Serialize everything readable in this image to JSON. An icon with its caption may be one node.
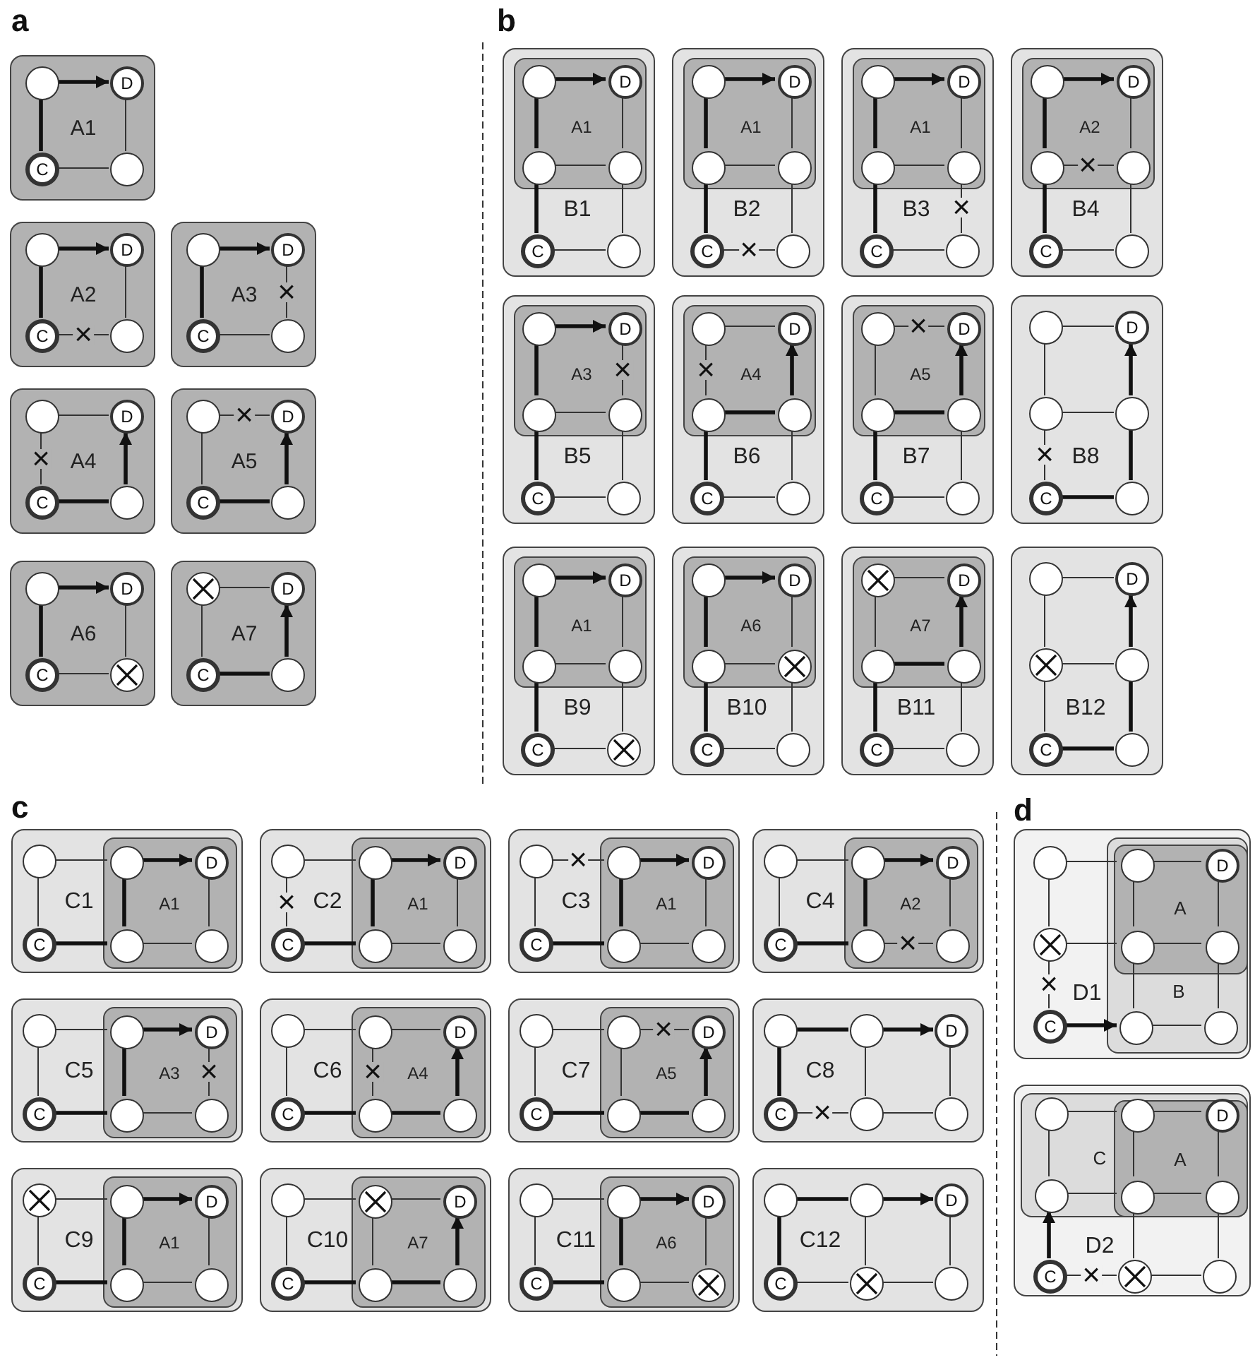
{
  "diagram": {
    "nodes": [
      {
        "text": [
          "A1"
        ]
      },
      {
        "text": [],
        "shape": "circle",
        "in": 0
      },
      {
        "text": [
          "D"
        ],
        "in": 0
      },
      {
        "text": [
          "C"
        ],
        "in": 0
      },
      {
        "text": [],
        "shape": "circle",
        "in": 0
      },
      {
        "text": [
          "A2"
        ]
      },
      {
        "text": [],
        "shape": "circle",
        "in": 5
      },
      {
        "text": [
          "D"
        ],
        "in": 5
      },
      {
        "text": [
          "C"
        ],
        "in": 5
      },
      {
        "text": [],
        "shape": "circle",
        "in": 5
      },
      {
        "text": [
          "A3"
        ]
      },
      {
        "text": [],
        "shape": "circle",
        "in": 10
      },
      {
        "text": [
          "D"
        ],
        "in": 10
      },
      {
        "text": [
          "C"
        ],
        "in": 10
      },
      {
        "text": [],
        "shape": "circle",
        "in": 10
      },
      {
        "text": [
          "A4"
        ]
      },
      {
        "text": [],
        "shape": "circle",
        "in": 15
      },
      {
        "text": [
          "D"
        ],
        "in": 15
      },
      {
        "text": [
          "C"
        ],
        "in": 15
      },
      {
        "text": [],
        "shape": "circle",
        "in": 15
      },
      {
        "text": [
          "A5"
        ]
      },
      {
        "text": [],
        "shape": "circle",
        "in": 20
      },
      {
        "text": [
          "D"
        ],
        "in": 20
      },
      {
        "text": [
          "C"
        ],
        "in": 20
      },
      {
        "text": [],
        "shape": "circle",
        "in": 20
      },
      {
        "text": [
          "A6"
        ]
      },
      {
        "text": [],
        "shape": "circle",
        "in": 25
      },
      {
        "text": [
          "D"
        ],
        "in": 25
      },
      {
        "text": [
          "C"
        ],
        "in": 25
      },
      {
        "text": [],
        "shape": "crossed-circle",
        "in": 25
      },
      {
        "text": [
          "A7"
        ]
      },
      {
        "text": [],
        "shape": "crossed-circle",
        "in": 30
      },
      {
        "text": [
          "D"
        ],
        "in": 30
      },
      {
        "text": [
          "C"
        ],
        "in": 30
      },
      {
        "text": [],
        "shape": "circle",
        "in": 30
      },
      {
        "text": [
          "B1"
        ]
      },
      {
        "text": [
          "A1"
        ],
        "in": 35
      },
      {
        "text": [],
        "shape": "circle",
        "in": 36
      },
      {
        "text": [
          "D"
        ],
        "in": 36
      },
      {
        "text": [],
        "shape": "circle",
        "in": 36
      },
      {
        "text": [],
        "shape": "circle",
        "in": 36
      },
      {
        "text": [
          "C"
        ],
        "in": 35
      },
      {
        "text": [],
        "shape": "circle",
        "in": 35
      },
      {
        "text": [
          "B2"
        ]
      },
      {
        "text": [
          "A1"
        ],
        "in": 43
      },
      {
        "text": [],
        "shape": "circle",
        "in": 44
      },
      {
        "text": [
          "D"
        ],
        "in": 44
      },
      {
        "text": [],
        "shape": "circle",
        "in": 44
      },
      {
        "text": [],
        "shape": "circle",
        "in": 44
      },
      {
        "text": [
          "C"
        ],
        "in": 43
      },
      {
        "text": [],
        "shape": "circle",
        "in": 43
      },
      {
        "text": [
          "B3"
        ]
      },
      {
        "text": [
          "A1"
        ],
        "in": 51
      },
      {
        "text": [],
        "shape": "circle",
        "in": 52
      },
      {
        "text": [
          "D"
        ],
        "in": 52
      },
      {
        "text": [],
        "shape": "circle",
        "in": 52
      },
      {
        "text": [],
        "shape": "circle",
        "in": 52
      },
      {
        "text": [
          "C"
        ],
        "in": 51
      },
      {
        "text": [],
        "shape": "circle",
        "in": 51
      },
      {
        "text": [
          "B4"
        ]
      },
      {
        "text": [
          "A2"
        ],
        "in": 59
      },
      {
        "text": [],
        "shape": "circle",
        "in": 60
      },
      {
        "text": [
          "D"
        ],
        "in": 60
      },
      {
        "text": [],
        "shape": "circle",
        "in": 60
      },
      {
        "text": [],
        "shape": "circle",
        "in": 60
      },
      {
        "text": [
          "C"
        ],
        "in": 59
      },
      {
        "text": [],
        "shape": "circle",
        "in": 59
      },
      {
        "text": [
          "B5"
        ]
      },
      {
        "text": [
          "A3"
        ],
        "in": 67
      },
      {
        "text": [],
        "shape": "circle",
        "in": 68
      },
      {
        "text": [
          "D"
        ],
        "in": 68
      },
      {
        "text": [],
        "shape": "circle",
        "in": 68
      },
      {
        "text": [],
        "shape": "circle",
        "in": 68
      },
      {
        "text": [
          "C"
        ],
        "in": 67
      },
      {
        "text": [],
        "shape": "circle",
        "in": 67
      },
      {
        "text": [
          "B6"
        ]
      },
      {
        "text": [
          "A4"
        ],
        "in": 75
      },
      {
        "text": [],
        "shape": "circle",
        "in": 76
      },
      {
        "text": [
          "D"
        ],
        "in": 76
      },
      {
        "text": [],
        "shape": "circle",
        "in": 76
      },
      {
        "text": [],
        "shape": "circle",
        "in": 76
      },
      {
        "text": [
          "C"
        ],
        "in": 75
      },
      {
        "text": [],
        "shape": "circle",
        "in": 75
      },
      {
        "text": [
          "B7"
        ]
      },
      {
        "text": [
          "A5"
        ],
        "in": 83
      },
      {
        "text": [],
        "shape": "circle",
        "in": 84
      },
      {
        "text": [
          "D"
        ],
        "in": 84
      },
      {
        "text": [],
        "shape": "circle",
        "in": 84
      },
      {
        "text": [],
        "shape": "circle",
        "in": 84
      },
      {
        "text": [
          "C"
        ],
        "in": 83
      },
      {
        "text": [],
        "shape": "circle",
        "in": 83
      },
      {
        "text": [
          "B8"
        ]
      },
      {
        "text": [],
        "shape": "circle",
        "in": 91
      },
      {
        "text": [
          "D"
        ],
        "in": 91
      },
      {
        "text": [],
        "shape": "circle",
        "in": 91
      },
      {
        "text": [],
        "shape": "circle",
        "in": 91
      },
      {
        "text": [
          "C"
        ],
        "in": 91
      },
      {
        "text": [],
        "shape": "circle",
        "in": 91
      },
      {
        "text": [
          "B9"
        ]
      },
      {
        "text": [
          "A1"
        ],
        "in": 98
      },
      {
        "text": [],
        "shape": "circle",
        "in": 99
      },
      {
        "text": [
          "D"
        ],
        "in": 99
      },
      {
        "text": [],
        "shape": "circle",
        "in": 99
      },
      {
        "text": [],
        "shape": "circle",
        "in": 99
      },
      {
        "text": [
          "C"
        ],
        "in": 98
      },
      {
        "text": [],
        "shape": "crossed-circle",
        "in": 98
      },
      {
        "text": [
          "B10"
        ]
      },
      {
        "text": [
          "A6"
        ],
        "in": 106
      },
      {
        "text": [],
        "shape": "circle",
        "in": 107
      },
      {
        "text": [
          "D"
        ],
        "in": 107
      },
      {
        "text": [],
        "shape": "circle",
        "in": 107
      },
      {
        "text": [],
        "shape": "crossed-circle",
        "in": 107
      },
      {
        "text": [
          "C"
        ],
        "in": 106
      },
      {
        "text": [],
        "shape": "circle",
        "in": 106
      },
      {
        "text": [
          "B11"
        ]
      },
      {
        "text": [
          "A7"
        ],
        "in": 114
      },
      {
        "text": [],
        "shape": "crossed-circle",
        "in": 115
      },
      {
        "text": [
          "D"
        ],
        "in": 115
      },
      {
        "text": [],
        "shape": "circle",
        "in": 115
      },
      {
        "text": [],
        "shape": "circle",
        "in": 115
      },
      {
        "text": [
          "C"
        ],
        "in": 114
      },
      {
        "text": [],
        "shape": "circle",
        "in": 114
      },
      {
        "text": [
          "B12"
        ]
      },
      {
        "text": [],
        "shape": "circle",
        "in": 122
      },
      {
        "text": [
          "D"
        ],
        "in": 122
      },
      {
        "text": [],
        "shape": "crossed-circle",
        "in": 122
      },
      {
        "text": [],
        "shape": "circle",
        "in": 122
      },
      {
        "text": [
          "C"
        ],
        "in": 122
      },
      {
        "text": [],
        "shape": "circle",
        "in": 122
      },
      {
        "text": [
          "C1"
        ]
      },
      {
        "text": [
          "A1"
        ],
        "in": 129
      },
      {
        "text": [],
        "shape": "circle",
        "in": 129
      },
      {
        "text": [],
        "shape": "circle",
        "in": 130
      },
      {
        "text": [
          "D"
        ],
        "in": 130
      },
      {
        "text": [
          "C"
        ],
        "in": 129
      },
      {
        "text": [],
        "shape": "circle",
        "in": 130
      },
      {
        "text": [],
        "shape": "circle",
        "in": 130
      },
      {
        "text": [
          "C2"
        ]
      },
      {
        "text": [
          "A1"
        ],
        "in": 137
      },
      {
        "text": [],
        "shape": "circle",
        "in": 137
      },
      {
        "text": [],
        "shape": "circle",
        "in": 138
      },
      {
        "text": [
          "D"
        ],
        "in": 138
      },
      {
        "text": [
          "C"
        ],
        "in": 137
      },
      {
        "text": [],
        "shape": "circle",
        "in": 138
      },
      {
        "text": [],
        "shape": "circle",
        "in": 138
      },
      {
        "text": [
          "C3"
        ]
      },
      {
        "text": [
          "A1"
        ],
        "in": 145
      },
      {
        "text": [],
        "shape": "circle",
        "in": 145
      },
      {
        "text": [],
        "shape": "circle",
        "in": 146
      },
      {
        "text": [
          "D"
        ],
        "in": 146
      },
      {
        "text": [
          "C"
        ],
        "in": 145
      },
      {
        "text": [],
        "shape": "circle",
        "in": 146
      },
      {
        "text": [],
        "shape": "circle",
        "in": 146
      },
      {
        "text": [
          "C4"
        ]
      },
      {
        "text": [
          "A2"
        ],
        "in": 153
      },
      {
        "text": [],
        "shape": "circle",
        "in": 153
      },
      {
        "text": [],
        "shape": "circle",
        "in": 154
      },
      {
        "text": [
          "D"
        ],
        "in": 154
      },
      {
        "text": [
          "C"
        ],
        "in": 153
      },
      {
        "text": [],
        "shape": "circle",
        "in": 154
      },
      {
        "text": [],
        "shape": "circle",
        "in": 154
      },
      {
        "text": [
          "C5"
        ]
      },
      {
        "text": [
          "A3"
        ],
        "in": 161
      },
      {
        "text": [],
        "shape": "circle",
        "in": 161
      },
      {
        "text": [],
        "shape": "circle",
        "in": 162
      },
      {
        "text": [
          "D"
        ],
        "in": 162
      },
      {
        "text": [
          "C"
        ],
        "in": 161
      },
      {
        "text": [],
        "shape": "circle",
        "in": 162
      },
      {
        "text": [],
        "shape": "circle",
        "in": 162
      },
      {
        "text": [
          "C6"
        ]
      },
      {
        "text": [
          "A4"
        ],
        "in": 169
      },
      {
        "text": [],
        "shape": "circle",
        "in": 169
      },
      {
        "text": [],
        "shape": "circle",
        "in": 170
      },
      {
        "text": [
          "D"
        ],
        "in": 170
      },
      {
        "text": [
          "C"
        ],
        "in": 169
      },
      {
        "text": [],
        "shape": "circle",
        "in": 170
      },
      {
        "text": [],
        "shape": "circle",
        "in": 170
      },
      {
        "text": [
          "C7"
        ]
      },
      {
        "text": [
          "A5"
        ],
        "in": 177
      },
      {
        "text": [],
        "shape": "circle",
        "in": 177
      },
      {
        "text": [],
        "shape": "circle",
        "in": 178
      },
      {
        "text": [
          "D"
        ],
        "in": 178
      },
      {
        "text": [
          "C"
        ],
        "in": 177
      },
      {
        "text": [],
        "shape": "circle",
        "in": 178
      },
      {
        "text": [],
        "shape": "circle",
        "in": 178
      },
      {
        "text": [
          "C8"
        ]
      },
      {
        "text": [],
        "shape": "circle",
        "in": 185
      },
      {
        "text": [],
        "shape": "circle",
        "in": 185
      },
      {
        "text": [
          "D"
        ],
        "in": 185
      },
      {
        "text": [
          "C"
        ],
        "in": 185
      },
      {
        "text": [],
        "shape": "circle",
        "in": 185
      },
      {
        "text": [],
        "shape": "circle",
        "in": 185
      },
      {
        "text": [
          "C9"
        ]
      },
      {
        "text": [
          "A1"
        ],
        "in": 192
      },
      {
        "text": [],
        "shape": "crossed-circle",
        "in": 192
      },
      {
        "text": [],
        "shape": "circle",
        "in": 193
      },
      {
        "text": [
          "D"
        ],
        "in": 193
      },
      {
        "text": [
          "C"
        ],
        "in": 192
      },
      {
        "text": [],
        "shape": "circle",
        "in": 193
      },
      {
        "text": [],
        "shape": "circle",
        "in": 193
      },
      {
        "text": [
          "C10"
        ]
      },
      {
        "text": [
          "A7"
        ],
        "in": 200
      },
      {
        "text": [],
        "shape": "circle",
        "in": 200
      },
      {
        "text": [],
        "shape": "crossed-circle",
        "in": 201
      },
      {
        "text": [
          "D"
        ],
        "in": 201
      },
      {
        "text": [
          "C"
        ],
        "in": 200
      },
      {
        "text": [],
        "shape": "circle",
        "in": 201
      },
      {
        "text": [],
        "shape": "circle",
        "in": 201
      },
      {
        "text": [
          "C11"
        ]
      },
      {
        "text": [
          "A6"
        ],
        "in": 208
      },
      {
        "text": [],
        "shape": "circle",
        "in": 208
      },
      {
        "text": [],
        "shape": "circle",
        "in": 209
      },
      {
        "text": [
          "D"
        ],
        "in": 209
      },
      {
        "text": [
          "C"
        ],
        "in": 208
      },
      {
        "text": [],
        "shape": "circle",
        "in": 209
      },
      {
        "text": [],
        "shape": "crossed-circle",
        "in": 209
      },
      {
        "text": [
          "C12"
        ]
      },
      {
        "text": [],
        "shape": "circle",
        "in": 216
      },
      {
        "text": [],
        "shape": "circle",
        "in": 216
      },
      {
        "text": [
          "D"
        ],
        "in": 216
      },
      {
        "text": [
          "C"
        ],
        "in": 216
      },
      {
        "text": [],
        "shape": "crossed-circle",
        "in": 216
      },
      {
        "text": [],
        "shape": "circle",
        "in": 216
      },
      {
        "text": [
          "D1"
        ]
      },
      {
        "text": [
          "B"
        ],
        "in": 223
      },
      {
        "text": [
          "A"
        ],
        "in": 224
      },
      {
        "text": [],
        "shape": "circle",
        "in": 223
      },
      {
        "text": [],
        "shape": "circle",
        "in": 225
      },
      {
        "text": [
          "D"
        ],
        "in": 225
      },
      {
        "text": [],
        "shape": "crossed-circle",
        "in": 223
      },
      {
        "text": [],
        "shape": "circle",
        "in": 225
      },
      {
        "text": [],
        "shape": "circle",
        "in": 225
      },
      {
        "text": [
          "C"
        ],
        "in": 223
      },
      {
        "text": [],
        "shape": "circle",
        "in": 224
      },
      {
        "text": [],
        "shape": "circle",
        "in": 224
      },
      {
        "text": [
          "D2"
        ]
      },
      {
        "text": [
          "C"
        ],
        "in": 235
      },
      {
        "text": [
          "A"
        ],
        "in": 236
      },
      {
        "text": [],
        "shape": "circle",
        "in": 236
      },
      {
        "text": [],
        "shape": "circle",
        "in": 237
      },
      {
        "text": [
          "D"
        ],
        "in": 237
      },
      {
        "text": [],
        "shape": "circle",
        "in": 236
      },
      {
        "text": [],
        "shape": "circle",
        "in": 237
      },
      {
        "text": [],
        "shape": "circle",
        "in": 237
      },
      {
        "text": [
          "C"
        ],
        "in": 235
      },
      {
        "text": [],
        "shape": "crossed-circle",
        "in": 235
      },
      {
        "text": [],
        "shape": "circle",
        "in": 235
      }
    ],
    "edges": [
      {
        "from": 3,
        "to": 1,
        "arrow": "none",
        "style": "thick"
      },
      {
        "from": 1,
        "to": 2,
        "arrow": "to",
        "style": "thick"
      },
      {
        "from": 2,
        "to": 4,
        "arrow": "none"
      },
      {
        "from": 3,
        "to": 4,
        "arrow": "none"
      },
      {
        "from": 8,
        "to": 6,
        "arrow": "none",
        "style": "thick"
      },
      {
        "from": 6,
        "to": 7,
        "arrow": "to",
        "style": "thick"
      },
      {
        "from": 7,
        "to": 9,
        "arrow": "none"
      },
      {
        "from": 8,
        "to": 9,
        "arrow": "none",
        "label": "×"
      },
      {
        "from": 13,
        "to": 11,
        "arrow": "none",
        "style": "thick"
      },
      {
        "from": 11,
        "to": 12,
        "arrow": "to",
        "style": "thick"
      },
      {
        "from": 12,
        "to": 14,
        "arrow": "none",
        "label": "×"
      },
      {
        "from": 13,
        "to": 14,
        "arrow": "none"
      },
      {
        "from": 16,
        "to": 17,
        "arrow": "none"
      },
      {
        "from": 16,
        "to": 18,
        "arrow": "none",
        "label": "×"
      },
      {
        "from": 18,
        "to": 19,
        "arrow": "none",
        "style": "thick"
      },
      {
        "from": 19,
        "to": 17,
        "arrow": "to",
        "style": "thick"
      },
      {
        "from": 21,
        "to": 22,
        "arrow": "none",
        "label": "×"
      },
      {
        "from": 21,
        "to": 23,
        "arrow": "none"
      },
      {
        "from": 23,
        "to": 24,
        "arrow": "none",
        "style": "thick"
      },
      {
        "from": 24,
        "to": 22,
        "arrow": "to",
        "style": "thick"
      },
      {
        "from": 28,
        "to": 26,
        "arrow": "none",
        "style": "thick"
      },
      {
        "from": 26,
        "to": 27,
        "arrow": "to",
        "style": "thick"
      },
      {
        "from": 27,
        "to": 29,
        "arrow": "none"
      },
      {
        "from": 28,
        "to": 29,
        "arrow": "none"
      },
      {
        "from": 31,
        "to": 32,
        "arrow": "none"
      },
      {
        "from": 31,
        "to": 33,
        "arrow": "none"
      },
      {
        "from": 33,
        "to": 34,
        "arrow": "none",
        "style": "thick"
      },
      {
        "from": 34,
        "to": 32,
        "arrow": "to",
        "style": "thick"
      },
      {
        "from": 41,
        "to": 39,
        "arrow": "none",
        "style": "thick"
      },
      {
        "from": 39,
        "to": 37,
        "arrow": "none",
        "style": "thick"
      },
      {
        "from": 37,
        "to": 38,
        "arrow": "to",
        "style": "thick"
      },
      {
        "from": 38,
        "to": 40,
        "arrow": "none"
      },
      {
        "from": 39,
        "to": 40,
        "arrow": "none"
      },
      {
        "from": 40,
        "to": 42,
        "arrow": "none"
      },
      {
        "from": 41,
        "to": 42,
        "arrow": "none"
      },
      {
        "from": 49,
        "to": 47,
        "arrow": "none",
        "style": "thick"
      },
      {
        "from": 47,
        "to": 45,
        "arrow": "none",
        "style": "thick"
      },
      {
        "from": 45,
        "to": 46,
        "arrow": "to",
        "style": "thick"
      },
      {
        "from": 46,
        "to": 48,
        "arrow": "none"
      },
      {
        "from": 47,
        "to": 48,
        "arrow": "none"
      },
      {
        "from": 48,
        "to": 50,
        "arrow": "none"
      },
      {
        "from": 49,
        "to": 50,
        "arrow": "none",
        "label": "×"
      },
      {
        "from": 57,
        "to": 55,
        "arrow": "none",
        "style": "thick"
      },
      {
        "from": 55,
        "to": 53,
        "arrow": "none",
        "style": "thick"
      },
      {
        "from": 53,
        "to": 54,
        "arrow": "to",
        "style": "thick"
      },
      {
        "from": 54,
        "to": 56,
        "arrow": "none"
      },
      {
        "from": 55,
        "to": 56,
        "arrow": "none"
      },
      {
        "from": 56,
        "to": 58,
        "arrow": "none",
        "label": "×"
      },
      {
        "from": 57,
        "to": 58,
        "arrow": "none"
      },
      {
        "from": 65,
        "to": 63,
        "arrow": "none",
        "style": "thick"
      },
      {
        "from": 63,
        "to": 61,
        "arrow": "none",
        "style": "thick"
      },
      {
        "from": 61,
        "to": 62,
        "arrow": "to",
        "style": "thick"
      },
      {
        "from": 62,
        "to": 64,
        "arrow": "none"
      },
      {
        "from": 63,
        "to": 64,
        "arrow": "none",
        "label": "×"
      },
      {
        "from": 64,
        "to": 66,
        "arrow": "none"
      },
      {
        "from": 65,
        "to": 66,
        "arrow": "none"
      },
      {
        "from": 73,
        "to": 71,
        "arrow": "none",
        "style": "thick"
      },
      {
        "from": 71,
        "to": 69,
        "arrow": "none",
        "style": "thick"
      },
      {
        "from": 69,
        "to": 70,
        "arrow": "to",
        "style": "thick"
      },
      {
        "from": 70,
        "to": 72,
        "arrow": "none",
        "label": "×"
      },
      {
        "from": 71,
        "to": 72,
        "arrow": "none"
      },
      {
        "from": 72,
        "to": 74,
        "arrow": "none"
      },
      {
        "from": 73,
        "to": 74,
        "arrow": "none"
      },
      {
        "from": 77,
        "to": 78,
        "arrow": "none"
      },
      {
        "from": 77,
        "to": 79,
        "arrow": "none",
        "label": "×"
      },
      {
        "from": 81,
        "to": 79,
        "arrow": "none",
        "style": "thick"
      },
      {
        "from": 79,
        "to": 80,
        "arrow": "none",
        "style": "thick"
      },
      {
        "from": 80,
        "to": 78,
        "arrow": "to",
        "style": "thick"
      },
      {
        "from": 80,
        "to": 82,
        "arrow": "none"
      },
      {
        "from": 81,
        "to": 82,
        "arrow": "none"
      },
      {
        "from": 85,
        "to": 86,
        "arrow": "none",
        "label": "×"
      },
      {
        "from": 85,
        "to": 87,
        "arrow": "none"
      },
      {
        "from": 89,
        "to": 87,
        "arrow": "none",
        "style": "thick"
      },
      {
        "from": 87,
        "to": 88,
        "arrow": "none",
        "style": "thick"
      },
      {
        "from": 88,
        "to": 86,
        "arrow": "to",
        "style": "thick"
      },
      {
        "from": 88,
        "to": 90,
        "arrow": "none"
      },
      {
        "from": 89,
        "to": 90,
        "arrow": "none"
      },
      {
        "from": 92,
        "to": 93,
        "arrow": "none"
      },
      {
        "from": 92,
        "to": 94,
        "arrow": "none"
      },
      {
        "from": 94,
        "to": 95,
        "arrow": "none"
      },
      {
        "from": 94,
        "to": 96,
        "arrow": "none",
        "label": "×"
      },
      {
        "from": 96,
        "to": 97,
        "arrow": "none",
        "style": "thick"
      },
      {
        "from": 97,
        "to": 95,
        "arrow": "none",
        "style": "thick"
      },
      {
        "from": 95,
        "to": 93,
        "arrow": "to",
        "style": "thick"
      },
      {
        "from": 104,
        "to": 102,
        "arrow": "none",
        "style": "thick"
      },
      {
        "from": 102,
        "to": 100,
        "arrow": "none",
        "style": "thick"
      },
      {
        "from": 100,
        "to": 101,
        "arrow": "to",
        "style": "thick"
      },
      {
        "from": 101,
        "to": 103,
        "arrow": "none"
      },
      {
        "from": 102,
        "to": 103,
        "arrow": "none"
      },
      {
        "from": 103,
        "to": 105,
        "arrow": "none"
      },
      {
        "from": 104,
        "to": 105,
        "arrow": "none"
      },
      {
        "from": 112,
        "to": 110,
        "arrow": "none",
        "style": "thick"
      },
      {
        "from": 110,
        "to": 108,
        "arrow": "none",
        "style": "thick"
      },
      {
        "from": 108,
        "to": 109,
        "arrow": "to",
        "style": "thick"
      },
      {
        "from": 109,
        "to": 111,
        "arrow": "none"
      },
      {
        "from": 110,
        "to": 111,
        "arrow": "none"
      },
      {
        "from": 111,
        "to": 113,
        "arrow": "none"
      },
      {
        "from": 112,
        "to": 113,
        "arrow": "none"
      },
      {
        "from": 116,
        "to": 117,
        "arrow": "none"
      },
      {
        "from": 116,
        "to": 118,
        "arrow": "none"
      },
      {
        "from": 120,
        "to": 118,
        "arrow": "none",
        "style": "thick"
      },
      {
        "from": 118,
        "to": 119,
        "arrow": "none",
        "style": "thick"
      },
      {
        "from": 119,
        "to": 117,
        "arrow": "to",
        "style": "thick"
      },
      {
        "from": 119,
        "to": 121,
        "arrow": "none"
      },
      {
        "from": 120,
        "to": 121,
        "arrow": "none"
      },
      {
        "from": 123,
        "to": 124,
        "arrow": "none"
      },
      {
        "from": 123,
        "to": 125,
        "arrow": "none"
      },
      {
        "from": 125,
        "to": 126,
        "arrow": "none"
      },
      {
        "from": 125,
        "to": 127,
        "arrow": "none"
      },
      {
        "from": 127,
        "to": 128,
        "arrow": "none",
        "style": "thick"
      },
      {
        "from": 128,
        "to": 126,
        "arrow": "none",
        "style": "thick"
      },
      {
        "from": 126,
        "to": 124,
        "arrow": "to",
        "style": "thick"
      },
      {
        "from": 134,
        "to": 135,
        "arrow": "none",
        "style": "thick"
      },
      {
        "from": 135,
        "to": 132,
        "arrow": "none",
        "style": "thick"
      },
      {
        "from": 132,
        "to": 133,
        "arrow": "to",
        "style": "thick"
      },
      {
        "from": 131,
        "to": 132,
        "arrow": "none"
      },
      {
        "from": 131,
        "to": 134,
        "arrow": "none"
      },
      {
        "from": 133,
        "to": 136,
        "arrow": "none"
      },
      {
        "from": 135,
        "to": 136,
        "arrow": "none"
      },
      {
        "from": 142,
        "to": 143,
        "arrow": "none",
        "style": "thick"
      },
      {
        "from": 143,
        "to": 140,
        "arrow": "none",
        "style": "thick"
      },
      {
        "from": 140,
        "to": 141,
        "arrow": "to",
        "style": "thick"
      },
      {
        "from": 139,
        "to": 140,
        "arrow": "none"
      },
      {
        "from": 139,
        "to": 142,
        "arrow": "none",
        "label": "×"
      },
      {
        "from": 141,
        "to": 144,
        "arrow": "none"
      },
      {
        "from": 143,
        "to": 144,
        "arrow": "none"
      },
      {
        "from": 150,
        "to": 151,
        "arrow": "none",
        "style": "thick"
      },
      {
        "from": 151,
        "to": 148,
        "arrow": "none",
        "style": "thick"
      },
      {
        "from": 148,
        "to": 149,
        "arrow": "to",
        "style": "thick"
      },
      {
        "from": 147,
        "to": 148,
        "arrow": "none",
        "label": "×"
      },
      {
        "from": 147,
        "to": 150,
        "arrow": "none"
      },
      {
        "from": 149,
        "to": 152,
        "arrow": "none"
      },
      {
        "from": 151,
        "to": 152,
        "arrow": "none"
      },
      {
        "from": 158,
        "to": 159,
        "arrow": "none",
        "style": "thick"
      },
      {
        "from": 159,
        "to": 156,
        "arrow": "none",
        "style": "thick"
      },
      {
        "from": 156,
        "to": 157,
        "arrow": "to",
        "style": "thick"
      },
      {
        "from": 155,
        "to": 156,
        "arrow": "none"
      },
      {
        "from": 155,
        "to": 158,
        "arrow": "none"
      },
      {
        "from": 157,
        "to": 160,
        "arrow": "none"
      },
      {
        "from": 159,
        "to": 160,
        "arrow": "none",
        "label": "×"
      },
      {
        "from": 166,
        "to": 167,
        "arrow": "none",
        "style": "thick"
      },
      {
        "from": 167,
        "to": 164,
        "arrow": "none",
        "style": "thick"
      },
      {
        "from": 164,
        "to": 165,
        "arrow": "to",
        "style": "thick"
      },
      {
        "from": 163,
        "to": 164,
        "arrow": "none"
      },
      {
        "from": 163,
        "to": 166,
        "arrow": "none"
      },
      {
        "from": 165,
        "to": 168,
        "arrow": "none",
        "label": "×"
      },
      {
        "from": 167,
        "to": 168,
        "arrow": "none"
      },
      {
        "from": 174,
        "to": 175,
        "arrow": "none",
        "style": "thick"
      },
      {
        "from": 175,
        "to": 176,
        "arrow": "none",
        "style": "thick"
      },
      {
        "from": 176,
        "to": 173,
        "arrow": "to",
        "style": "thick"
      },
      {
        "from": 171,
        "to": 172,
        "arrow": "none"
      },
      {
        "from": 171,
        "to": 174,
        "arrow": "none"
      },
      {
        "from": 172,
        "to": 173,
        "arrow": "none"
      },
      {
        "from": 172,
        "to": 175,
        "arrow": "none",
        "label": "×"
      },
      {
        "from": 182,
        "to": 183,
        "arrow": "none",
        "style": "thick"
      },
      {
        "from": 183,
        "to": 184,
        "arrow": "none",
        "style": "thick"
      },
      {
        "from": 184,
        "to": 181,
        "arrow": "to",
        "style": "thick"
      },
      {
        "from": 179,
        "to": 180,
        "arrow": "none"
      },
      {
        "from": 179,
        "to": 182,
        "arrow": "none"
      },
      {
        "from": 180,
        "to": 181,
        "arrow": "none",
        "label": "×"
      },
      {
        "from": 180,
        "to": 183,
        "arrow": "none"
      },
      {
        "from": 189,
        "to": 186,
        "arrow": "none",
        "style": "thick"
      },
      {
        "from": 186,
        "to": 187,
        "arrow": "none",
        "style": "thick"
      },
      {
        "from": 187,
        "to": 188,
        "arrow": "to",
        "style": "thick"
      },
      {
        "from": 189,
        "to": 190,
        "arrow": "none",
        "label": "×"
      },
      {
        "from": 190,
        "to": 191,
        "arrow": "none"
      },
      {
        "from": 187,
        "to": 190,
        "arrow": "none"
      },
      {
        "from": 188,
        "to": 191,
        "arrow": "none"
      },
      {
        "from": 197,
        "to": 198,
        "arrow": "none",
        "style": "thick"
      },
      {
        "from": 198,
        "to": 195,
        "arrow": "none",
        "style": "thick"
      },
      {
        "from": 195,
        "to": 196,
        "arrow": "to",
        "style": "thick"
      },
      {
        "from": 194,
        "to": 195,
        "arrow": "none"
      },
      {
        "from": 194,
        "to": 197,
        "arrow": "none"
      },
      {
        "from": 196,
        "to": 199,
        "arrow": "none"
      },
      {
        "from": 198,
        "to": 199,
        "arrow": "none"
      },
      {
        "from": 205,
        "to": 206,
        "arrow": "none",
        "style": "thick"
      },
      {
        "from": 206,
        "to": 207,
        "arrow": "none",
        "style": "thick"
      },
      {
        "from": 207,
        "to": 204,
        "arrow": "to",
        "style": "thick"
      },
      {
        "from": 202,
        "to": 203,
        "arrow": "none"
      },
      {
        "from": 202,
        "to": 205,
        "arrow": "none"
      },
      {
        "from": 203,
        "to": 204,
        "arrow": "none"
      },
      {
        "from": 203,
        "to": 206,
        "arrow": "none"
      },
      {
        "from": 213,
        "to": 214,
        "arrow": "none",
        "style": "thick"
      },
      {
        "from": 214,
        "to": 211,
        "arrow": "none",
        "style": "thick"
      },
      {
        "from": 211,
        "to": 212,
        "arrow": "to",
        "style": "thick"
      },
      {
        "from": 210,
        "to": 211,
        "arrow": "none"
      },
      {
        "from": 210,
        "to": 213,
        "arrow": "none"
      },
      {
        "from": 212,
        "to": 215,
        "arrow": "none"
      },
      {
        "from": 214,
        "to": 215,
        "arrow": "none"
      },
      {
        "from": 220,
        "to": 217,
        "arrow": "none",
        "style": "thick"
      },
      {
        "from": 217,
        "to": 218,
        "arrow": "none",
        "style": "thick"
      },
      {
        "from": 218,
        "to": 219,
        "arrow": "to",
        "style": "thick"
      },
      {
        "from": 220,
        "to": 221,
        "arrow": "none"
      },
      {
        "from": 221,
        "to": 222,
        "arrow": "none"
      },
      {
        "from": 218,
        "to": 221,
        "arrow": "none"
      },
      {
        "from": 219,
        "to": 222,
        "arrow": "none"
      },
      {
        "from": 226,
        "to": 227,
        "arrow": "none"
      },
      {
        "from": 227,
        "to": 228,
        "arrow": "none"
      },
      {
        "from": 229,
        "to": 230,
        "arrow": "none"
      },
      {
        "from": 230,
        "to": 231,
        "arrow": "none"
      },
      {
        "from": 232,
        "to": 233,
        "arrow": "to",
        "style": "thick"
      },
      {
        "from": 233,
        "to": 234,
        "arrow": "none"
      },
      {
        "from": 226,
        "to": 229,
        "arrow": "none"
      },
      {
        "from": 229,
        "to": 232,
        "arrow": "none",
        "label": "×"
      },
      {
        "from": 227,
        "to": 230,
        "arrow": "none"
      },
      {
        "from": 230,
        "to": 233,
        "arrow": "none"
      },
      {
        "from": 228,
        "to": 231,
        "arrow": "none"
      },
      {
        "from": 231,
        "to": 234,
        "arrow": "none"
      },
      {
        "from": 238,
        "to": 239,
        "arrow": "none"
      },
      {
        "from": 239,
        "to": 240,
        "arrow": "none"
      },
      {
        "from": 241,
        "to": 242,
        "arrow": "none"
      },
      {
        "from": 242,
        "to": 243,
        "arrow": "none"
      },
      {
        "from": 244,
        "to": 245,
        "arrow": "none",
        "label": "×"
      },
      {
        "from": 245,
        "to": 246,
        "arrow": "none"
      },
      {
        "from": 238,
        "to": 241,
        "arrow": "none"
      },
      {
        "from": 244,
        "to": 241,
        "arrow": "to",
        "style": "thick"
      },
      {
        "from": 239,
        "to": 242,
        "arrow": "none"
      },
      {
        "from": 242,
        "to": 245,
        "arrow": "none"
      },
      {
        "from": 240,
        "to": 243,
        "arrow": "none"
      },
      {
        "from": 243,
        "to": 246,
        "arrow": "none"
      }
    ],
    "labels": [
      "a",
      "b",
      "c",
      "d"
    ]
  }
}
